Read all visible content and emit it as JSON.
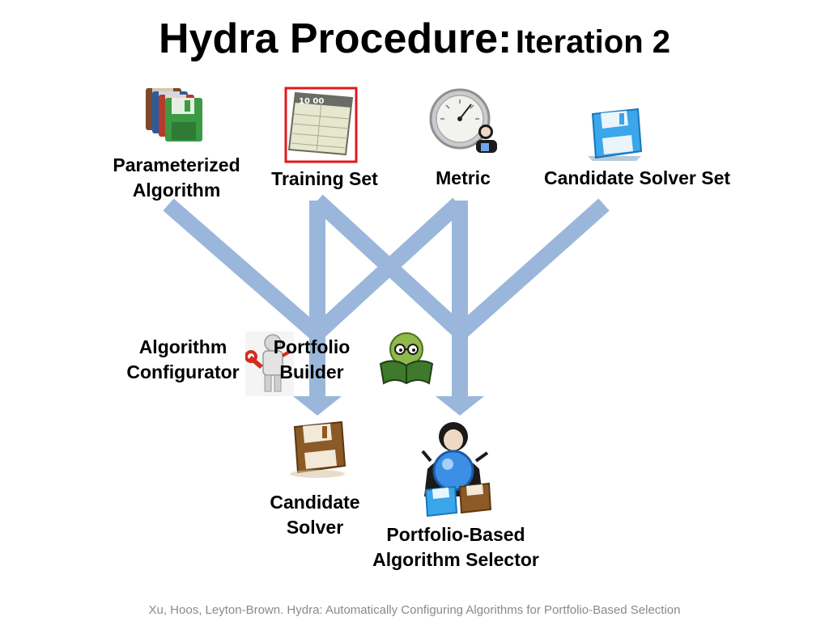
{
  "title": {
    "main": "Hydra Procedure:",
    "sub": "Iteration 2"
  },
  "inputs": {
    "parameterized_algorithm": [
      "Parameterized",
      "Algorithm"
    ],
    "training_set": "Training Set",
    "metric": "Metric",
    "candidate_solver_set": "Candidate Solver Set"
  },
  "processes": {
    "algorithm_configurator": [
      "Algorithm",
      "Configurator"
    ],
    "portfolio_builder": [
      "Portfolio",
      "Builder"
    ]
  },
  "outputs": {
    "candidate_solver": [
      "Candidate",
      "Solver"
    ],
    "portfolio_selector": [
      "Portfolio-Based",
      "Algorithm Selector"
    ]
  },
  "icons": {
    "parameterized_algorithm": "stacked-floppy-disks-icon",
    "training_set": "data-table-icon",
    "training_set_header": "10 00",
    "metric": "gauge-icon",
    "candidate_solver_set": "blue-floppy-disk-icon",
    "algorithm_configurator": "robot-with-wrench-icon",
    "portfolio_builder": "reading-bookworm-icon",
    "candidate_solver": "brown-floppy-disk-icon",
    "portfolio_selector": "fortune-teller-crystal-ball-icon"
  },
  "colors": {
    "flow": "#9ab7db",
    "highlight": "#e0191b",
    "footer": "#8a8a8a"
  },
  "footer": "Xu, Hoos, Leyton-Brown. Hydra: Automatically Configuring Algorithms for Portfolio-Based Selection"
}
